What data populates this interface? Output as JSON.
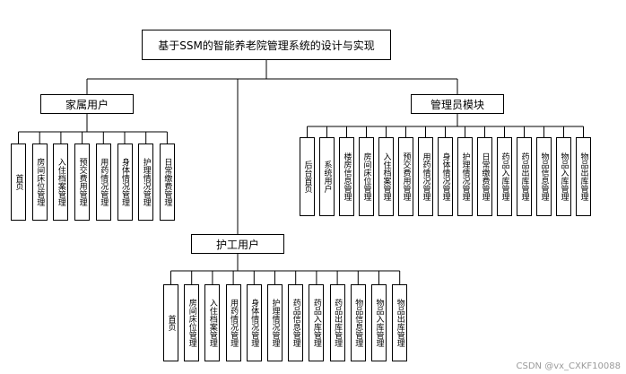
{
  "title": "基于SSM的智能养老院管理系统的设计与实现",
  "groups": [
    {
      "id": "family",
      "label": "家属用户",
      "items": [
        "首页",
        "房间床位管理",
        "入住档案管理",
        "预交费用管理",
        "用药情况管理",
        "身体情况管理",
        "护理情况管理",
        "日常缴费管理"
      ]
    },
    {
      "id": "admin",
      "label": "管理员模块",
      "items": [
        "后台首页",
        "系统用户",
        "楼房信息管理",
        "房间床位管理",
        "入住档案管理",
        "预交费用管理",
        "用药情况管理",
        "身体情况管理",
        "护理情况管理",
        "日常缴费管理",
        "药品入库管理",
        "药品出库管理",
        "物品信息管理",
        "物品入库管理",
        "物品出库管理"
      ]
    },
    {
      "id": "nurse",
      "label": "护工用户",
      "items": [
        "首页",
        "房间床位管理",
        "入住档案管理",
        "用药情况管理",
        "身体情况管理",
        "护理情况管理",
        "药品信息管理",
        "药品入库管理",
        "药品出库管理",
        "物品信息管理",
        "物品入库管理",
        "物品出库管理"
      ]
    }
  ],
  "watermark": "CSDN @vx_CXKF10088"
}
